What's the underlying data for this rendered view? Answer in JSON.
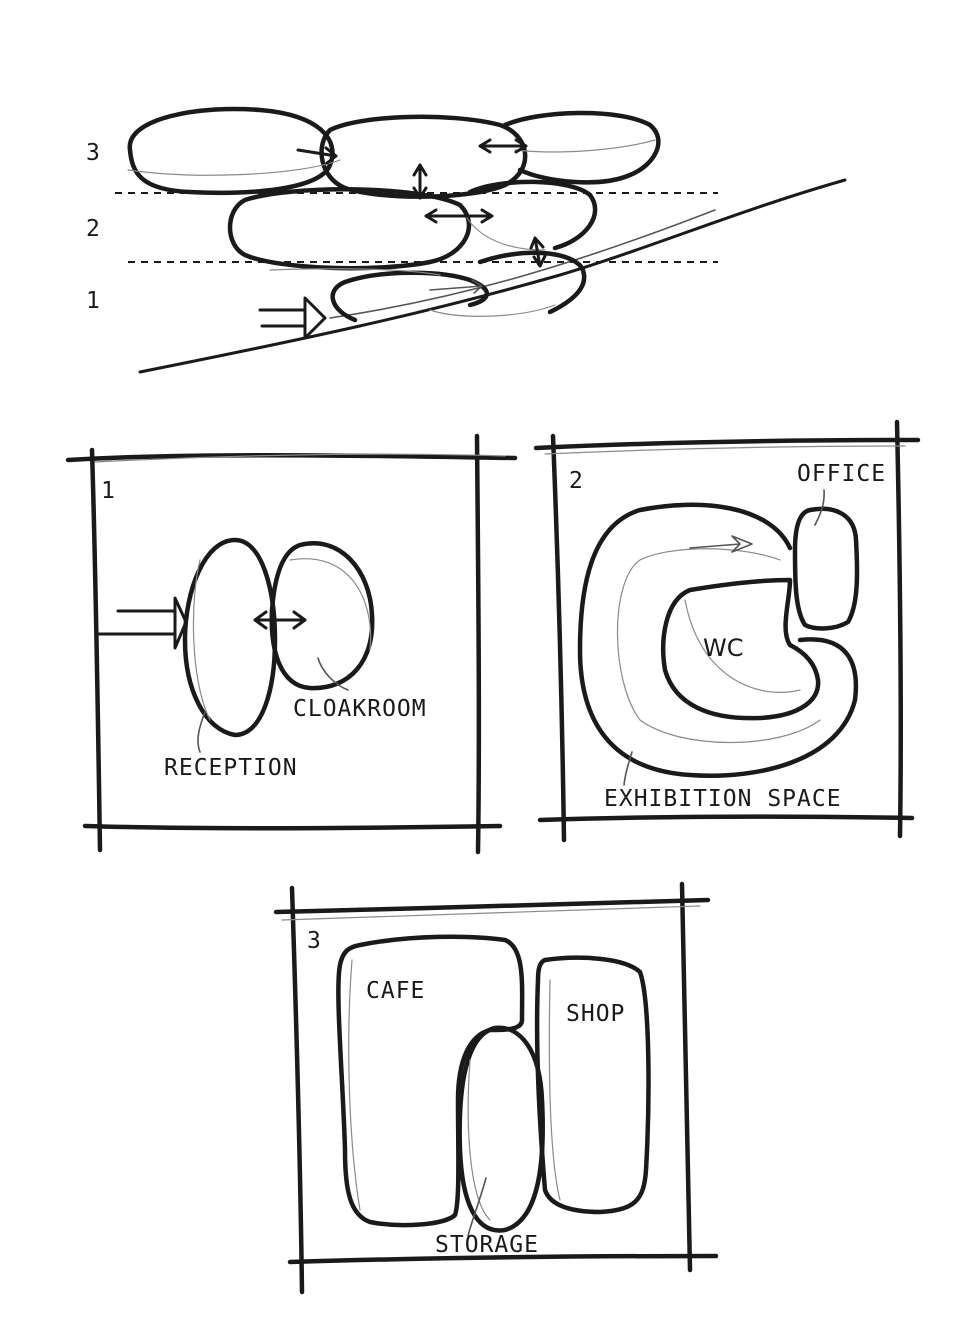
{
  "section_levels": {
    "level_3": "3",
    "level_2": "2",
    "level_1": "1"
  },
  "plans": {
    "plan_1": {
      "number": "1",
      "labels": {
        "cloakroom": "CLOAKROOM",
        "reception": "RECEPTION"
      }
    },
    "plan_2": {
      "number": "2",
      "labels": {
        "office": "OFFICE",
        "wc": "WC",
        "exhibition_space": "EXHIBITION SPACE"
      }
    },
    "plan_3": {
      "number": "3",
      "labels": {
        "cafe": "CAFE",
        "shop": "SHOP",
        "storage": "STORAGE"
      }
    }
  }
}
